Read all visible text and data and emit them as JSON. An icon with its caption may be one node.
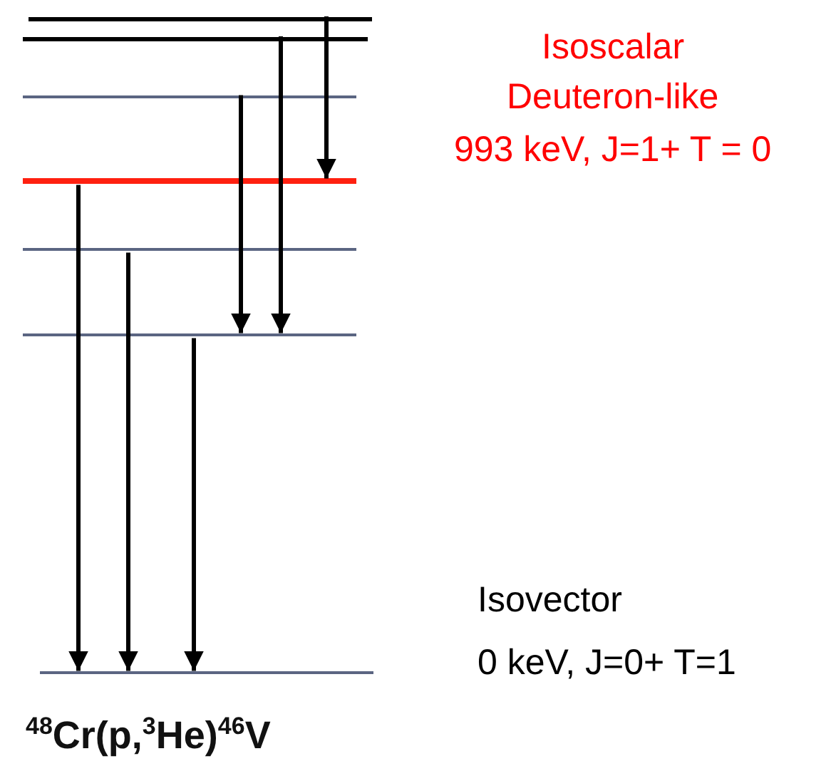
{
  "diagram": {
    "caption": "$^{48}$Cr(p,$^{3}$He)$^{46}$V",
    "nodes": [
      {
        "text": [],
        "shape": "bar"
      },
      {
        "text": [],
        "shape": "bar"
      },
      {
        "text": [],
        "shape": "bar"
      },
      {
        "text": [],
        "shape": "bar",
        "beside": [
          "Isoscalar",
          "Deuteron-like",
          "993 keV, J=1+ T = 0"
        ]
      },
      {
        "text": [],
        "shape": "bar"
      },
      {
        "text": [],
        "shape": "bar"
      },
      {
        "text": [],
        "shape": "bar",
        "beside": [
          "Isovector",
          "0 keV, J=0+ T=1"
        ]
      }
    ],
    "edges": [
      {
        "from": 0,
        "to": 3,
        "arrow": "to"
      },
      {
        "from": 1,
        "to": 5,
        "arrow": "to"
      },
      {
        "from": 2,
        "to": 5,
        "arrow": "to"
      },
      {
        "from": 3,
        "to": 6,
        "arrow": "to"
      },
      {
        "from": 4,
        "to": 6,
        "arrow": "to"
      },
      {
        "from": 5,
        "to": 6,
        "arrow": "to"
      }
    ]
  }
}
